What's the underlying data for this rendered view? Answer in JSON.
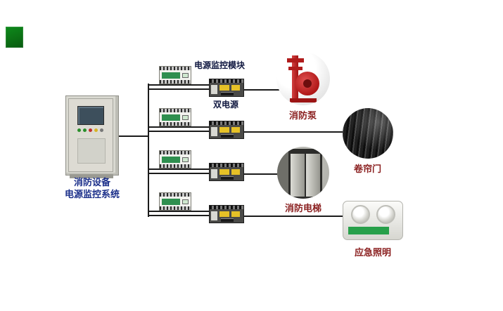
{
  "system_title": {
    "line1": "消防设备",
    "line2": "电源监控系统"
  },
  "component_labels": {
    "power_monitor_module": "电源监控模块",
    "dual_power_supply": "双电源"
  },
  "device_labels": {
    "fire_pump": "消防泵",
    "roller_shutter_door": "卷帘门",
    "fire_elevator": "消防电梯",
    "emergency_lighting": "应急照明"
  },
  "colors": {
    "background": "#ffffff",
    "logo_green": "#0b6e14",
    "title_blue": "#1b2f8a",
    "component_label_navy": "#101840",
    "device_label_red": "#8a1f1f",
    "wire_black": "#1b1b1b",
    "pump_red": "#b01818",
    "ats_yellow": "#e6c127",
    "module_green": "#2f8f4f",
    "emergency_green": "#27a04a"
  }
}
